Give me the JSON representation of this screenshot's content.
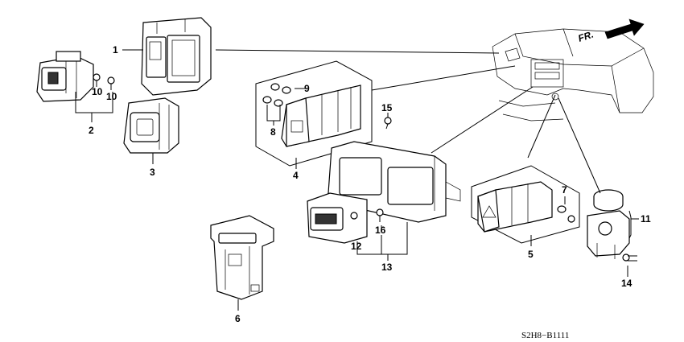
{
  "diagram": {
    "part_numbers": [
      "1",
      "2",
      "3",
      "4",
      "5",
      "6",
      "7",
      "8",
      "9",
      "10",
      "10",
      "11",
      "12",
      "13",
      "14",
      "15",
      "16"
    ],
    "orientation_label": "FR.",
    "diagram_code": "S2H8−B1111"
  }
}
